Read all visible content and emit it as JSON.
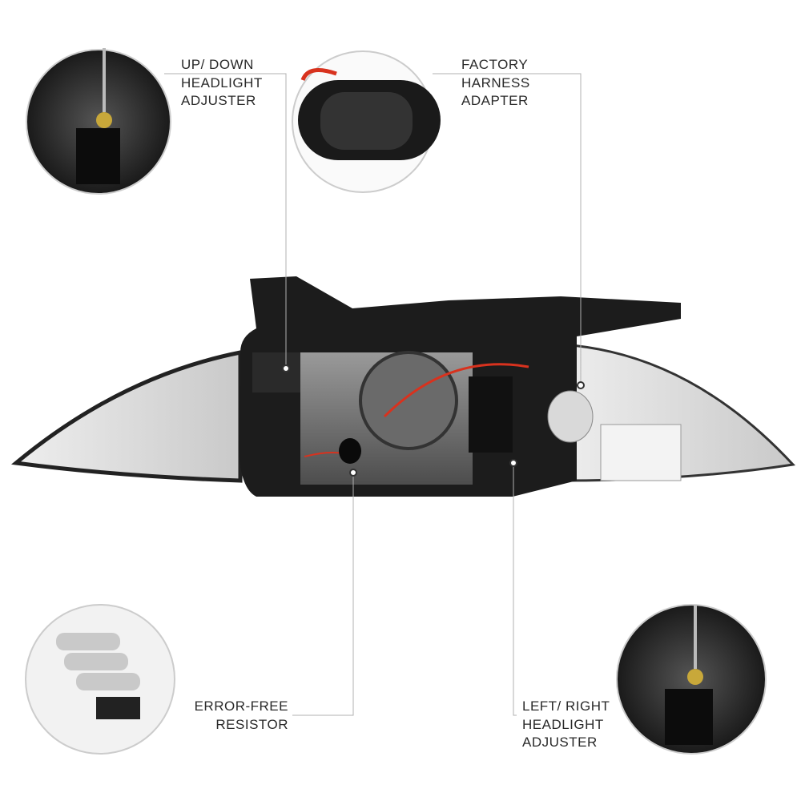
{
  "callouts": {
    "updown": {
      "lines": [
        "UP/ DOWN",
        "HEADLIGHT",
        "ADJUSTER"
      ]
    },
    "harness": {
      "lines": [
        "FACTORY",
        "HARNESS",
        "ADAPTER"
      ]
    },
    "resistor": {
      "lines": [
        "ERROR-FREE",
        "RESISTOR"
      ]
    },
    "leftright": {
      "lines": [
        "LEFT/ RIGHT",
        "HEADLIGHT",
        "ADJUSTER"
      ]
    }
  },
  "colors": {
    "leader": "#b0b0b0",
    "housing": "#1c1c1c",
    "wire": "#d8321e"
  }
}
